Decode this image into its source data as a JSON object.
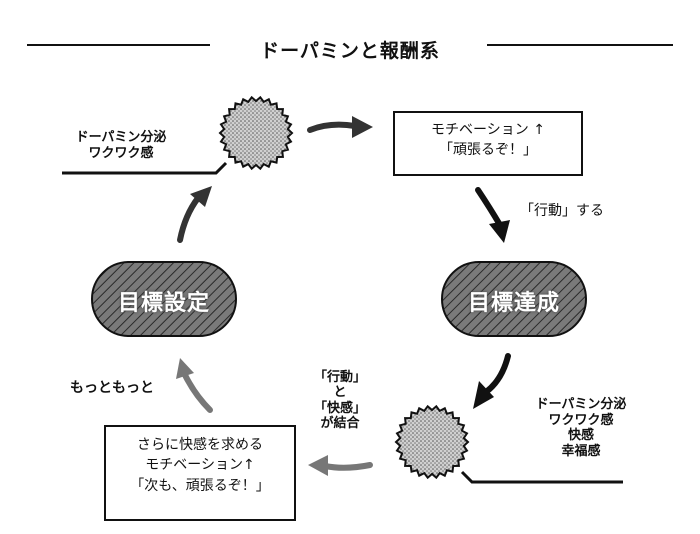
{
  "title": "ドーパミンと報酬系",
  "nodes": {
    "goal_setting": {
      "label": "目標設定"
    },
    "goal_achieved": {
      "label": "目標達成"
    },
    "motivation_box": {
      "lines": [
        "モチベーション ↑",
        "「頑張るぞ！」"
      ]
    },
    "next_motivation_box": {
      "lines": [
        "さらに快感を求める",
        "モチベーション↑",
        "「次も、頑張るぞ！」"
      ]
    }
  },
  "annotations": {
    "dopamine_top": [
      "ドーパミン分泌",
      "ワクワク感"
    ],
    "dopamine_bottom": [
      "ドーパミン分泌",
      "ワクワク感",
      "快感",
      "幸福感"
    ],
    "action": "「行動」する",
    "combine": [
      "「行動」",
      "と",
      "「快感」",
      "が結合"
    ],
    "more": "もっともっと"
  },
  "colors": {
    "ink": "#111111",
    "pill_fill": "#7a7a7a",
    "burst_fill": "#c8c8c8",
    "gray_arrow": "#777777",
    "dark_arrow": "#222222"
  }
}
